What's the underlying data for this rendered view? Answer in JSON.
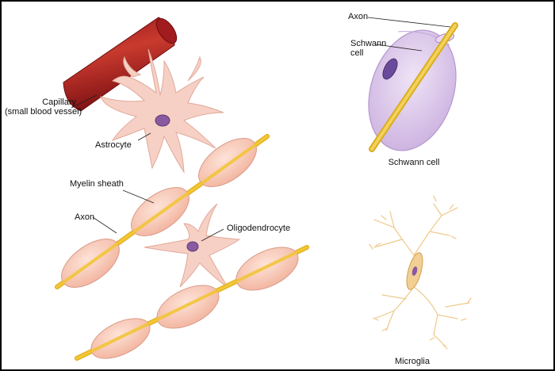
{
  "labels": {
    "capillary": "Capillary",
    "capillary_sub": "(small blood vessel)",
    "astrocyte": "Astrocyte",
    "myelin_sheath": "Myelin sheath",
    "axon_left": "Axon",
    "oligodendrocyte": "Oligodendrocyte",
    "axon_right": "Axon",
    "schwann_line1": "Schwann",
    "schwann_line2": "cell",
    "schwann_caption": "Schwann cell",
    "microglia": "Microglia"
  },
  "colors": {
    "capillary": "#b52424",
    "capillary_dark": "#7a0f12",
    "astrocyte": "#f7d0c5",
    "nucleus": "#8a5aa0",
    "myelin": "#f6c4b2",
    "myelin_edge": "#d99c8a",
    "axon": "#f2c531",
    "schwann": "#dcc8ea",
    "schwann_edge": "#b597cf",
    "microglia": "#f2cf92"
  }
}
